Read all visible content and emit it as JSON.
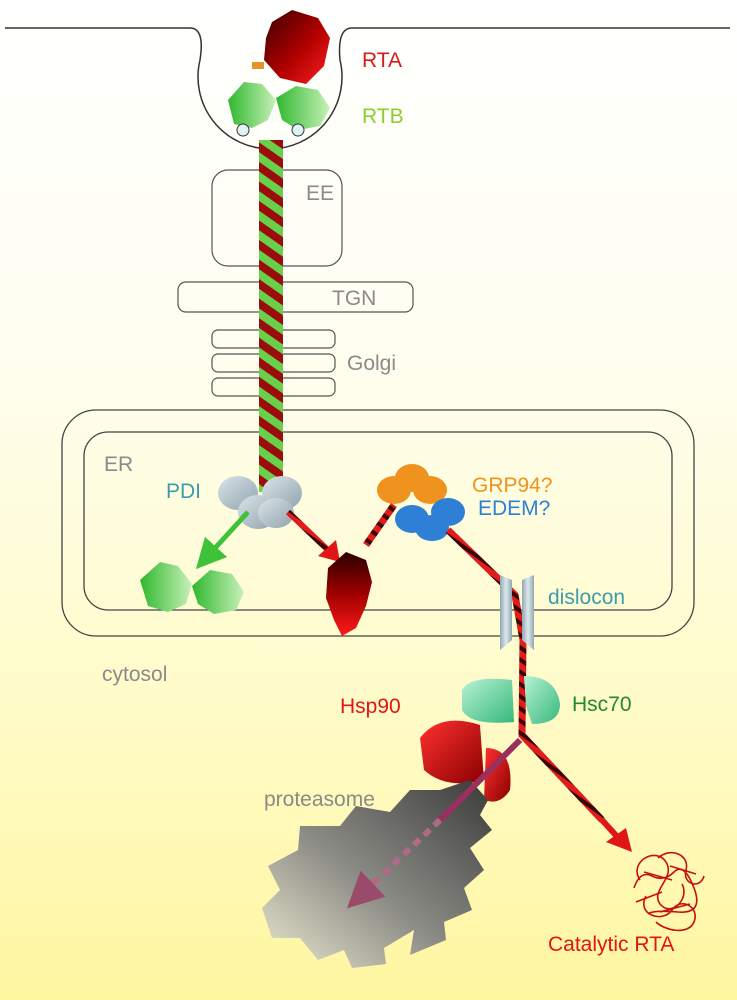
{
  "labels": {
    "rta": "RTA",
    "rtb": "RTB",
    "ee": "EE",
    "tgn": "TGN",
    "golgi": "Golgi",
    "er": "ER",
    "pdi": "PDI",
    "grp94": "GRP94?",
    "edem": "EDEM?",
    "dislocon": "dislocon",
    "cytosol": "cytosol",
    "hsc70": "Hsc70",
    "hsp90": "Hsp90",
    "proteasome": "proteasome",
    "catalytic_rta": "Catalytic RTA"
  },
  "colors": {
    "rta": "#d41c1c",
    "rtb": "#8ccf2c",
    "grey_label": "#8a8a8a",
    "teal_label": "#3d9bab",
    "grp94": "#f0921e",
    "edem": "#2e7fd6",
    "hsc70": "#1f8a2e",
    "hsp90": "#e01616",
    "catalytic_rta": "#e01616"
  }
}
